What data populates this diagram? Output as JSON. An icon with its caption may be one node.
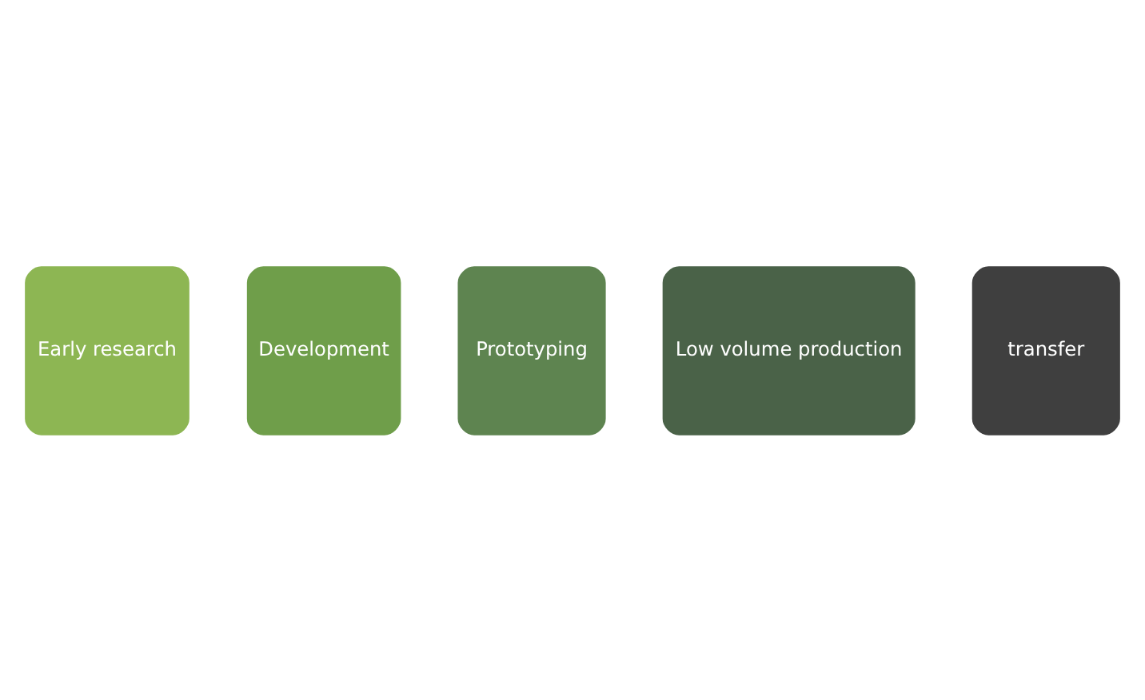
{
  "diagram": {
    "nodes": [
      {
        "text": [
          "Early research"
        ]
      },
      {
        "text": [
          "Development"
        ]
      },
      {
        "text": [
          "Prototyping"
        ]
      },
      {
        "text": [
          "Low volume production"
        ]
      },
      {
        "text": [
          "transfer"
        ]
      }
    ]
  }
}
